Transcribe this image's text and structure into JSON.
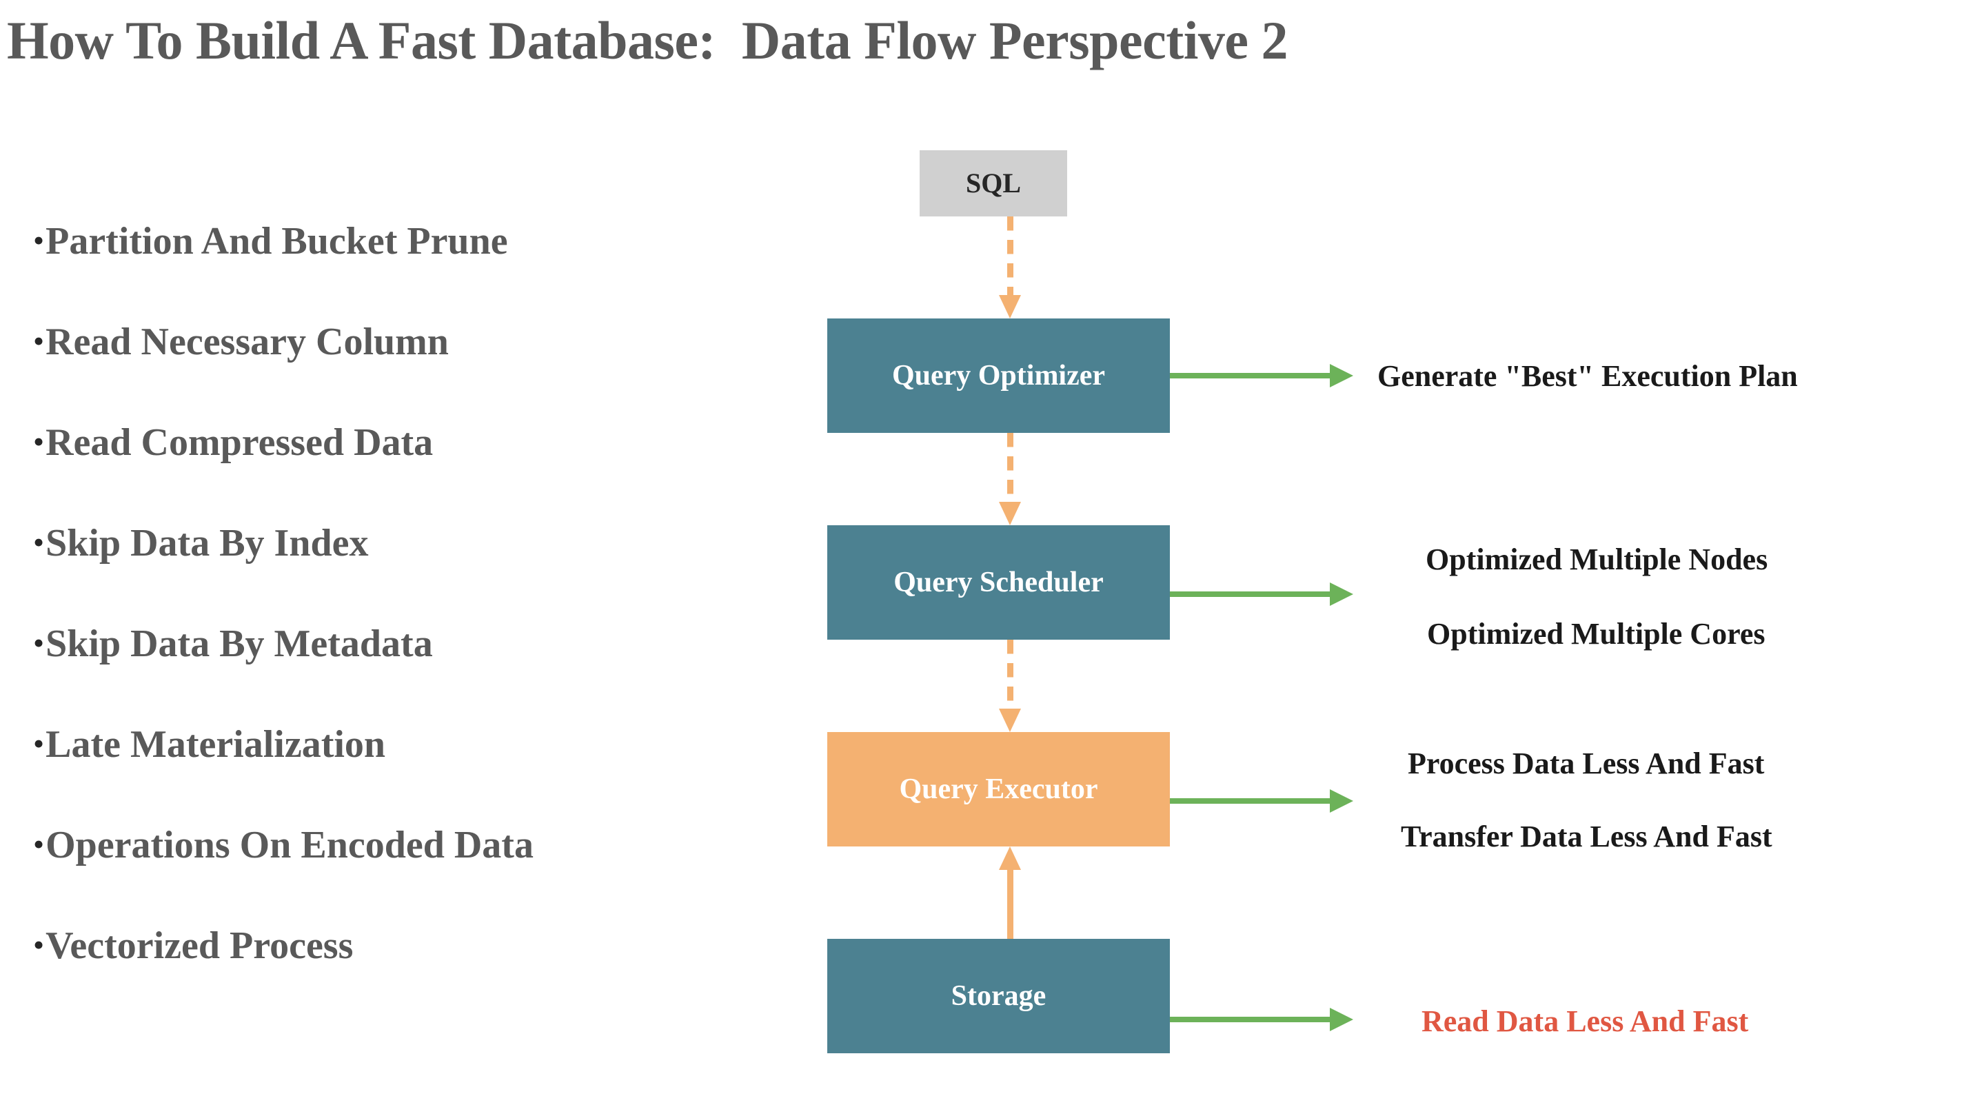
{
  "slide": {
    "title": "How To Build A Fast Database:  Data Flow Perspective 2"
  },
  "bullets": [
    {
      "marker": "•",
      "label": "Partition And Bucket Prune"
    },
    {
      "marker": "•",
      "label": "Read Necessary Column"
    },
    {
      "marker": "•",
      "label": "Read Compressed Data"
    },
    {
      "marker": "•",
      "label": "Skip Data By Index"
    },
    {
      "marker": "•",
      "label": "Skip Data By Metadata"
    },
    {
      "marker": "•",
      "label": "Late Materialization"
    },
    {
      "marker": "•",
      "label": "Operations On Encoded Data"
    },
    {
      "marker": "•",
      "label": "Vectorized Process"
    }
  ],
  "diagram": {
    "nodes": {
      "sql": "SQL",
      "optimizer": "Query Optimizer",
      "scheduler": "Query Scheduler",
      "executor": "Query Executor",
      "storage": "Storage"
    },
    "annotations": {
      "optimizer": "Generate \"Best\" Execution Plan",
      "scheduler_line1": "Optimized Multiple Nodes",
      "scheduler_line2": "Optimized Multiple Cores",
      "executor_line1": "Process Data Less And Fast",
      "executor_line2": "Transfer Data Less And Fast",
      "storage": "Read Data Less And Fast"
    },
    "colors": {
      "sql_box": "#d0d0d0",
      "teal_box": "#4c8191",
      "orange_box": "#f4b171",
      "flow_arrow": "#f4b171",
      "output_arrow": "#6cb259",
      "title_text": "#595959",
      "bullet_text": "#595959",
      "annotation_text": "#1a1a1a",
      "highlight_text": "#e05742",
      "node_label_light": "#ffffff",
      "node_label_dark": "#262626",
      "background": "#ffffff"
    }
  }
}
